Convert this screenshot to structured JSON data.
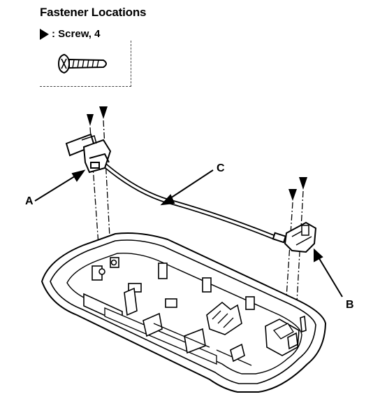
{
  "legend": {
    "title": "Fastener Locations",
    "screw_label": ": Screw, 4"
  },
  "callouts": {
    "a": "A",
    "b": "B",
    "c": "C"
  }
}
